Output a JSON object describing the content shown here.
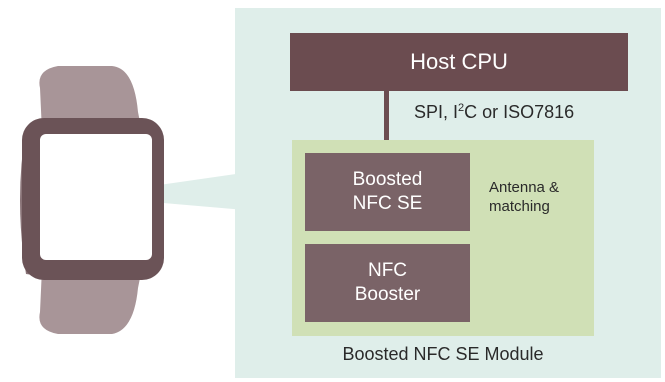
{
  "host_cpu": {
    "label": "Host CPU"
  },
  "bus": {
    "label_prefix": "SPI, I",
    "label_sup": "2",
    "label_suffix": "C or ISO7816"
  },
  "module": {
    "se_line1": "Boosted",
    "se_line2": "NFC SE",
    "booster_line1": "NFC",
    "booster_line2": "Booster",
    "antenna_line1": "Antenna &",
    "antenna_line2": "matching",
    "caption": "Boosted NFC SE Module"
  },
  "colors": {
    "panel_bg": "#dfeeea",
    "module_bg": "#d0e0b6",
    "host_cpu": "#6b4c50",
    "chip": "#7a6367",
    "coil": "#3fa58a",
    "watch_strap": "#a89598",
    "watch_body": "#6b5357"
  }
}
